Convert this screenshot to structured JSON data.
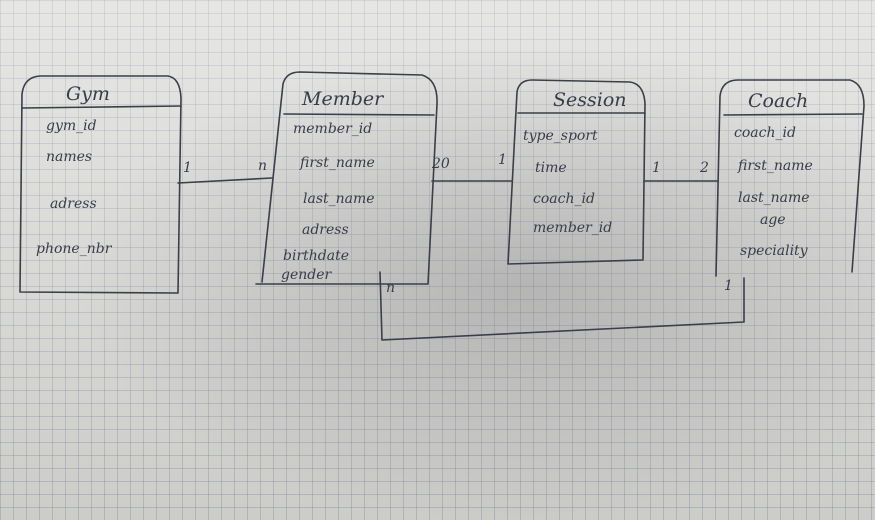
{
  "entities": {
    "gym": {
      "title": "Gym",
      "attributes": [
        "gym_id",
        "names",
        "adress",
        "phone_nbr"
      ]
    },
    "member": {
      "title": "Member",
      "attributes": [
        "member_id",
        "first_name",
        "last_name",
        "adress",
        "birthdate",
        "gender"
      ]
    },
    "session": {
      "title": "Session",
      "attributes": [
        "type_sport",
        "time",
        "coach_id",
        "member_id"
      ]
    },
    "coach": {
      "title": "Coach",
      "attributes": [
        "coach_id",
        "first_name",
        "last_name",
        "age",
        "speciality"
      ]
    }
  },
  "relationships": {
    "gym_member": {
      "left": "1",
      "right": "n"
    },
    "member_session": {
      "left": "20",
      "right": "1"
    },
    "session_coach": {
      "left": "1",
      "right": "2"
    },
    "member_coach": {
      "left": "n",
      "right": "1"
    }
  },
  "ink_color": "#3a3c48"
}
